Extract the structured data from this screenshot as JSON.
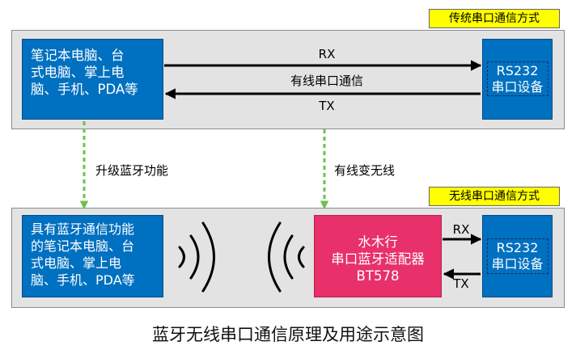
{
  "traditional": {
    "tag": "传统串口通信方式",
    "device_lines": [
      "笔记本电脑、台",
      "式电脑、掌上电",
      "脑、手机、PDA等"
    ],
    "rs232_lines": [
      "RS232",
      "串口设备"
    ],
    "rx_label": "RX",
    "wired_label": "有线串口通信",
    "tx_label": "TX"
  },
  "transitions": {
    "upgrade_label": "升级蓝牙功能",
    "wired_to_wireless_label": "有线变无线"
  },
  "wireless": {
    "tag": "无线串口通信方式",
    "device_lines": [
      "具有蓝牙通信功能",
      "的笔记本电脑、台",
      "式电脑、掌上电",
      "脑、手机、PDA等"
    ],
    "adapter_lines": [
      "水木行",
      "串口蓝牙适配器",
      "BT578"
    ],
    "rs232_lines": [
      "RS232",
      "串口设备"
    ],
    "rx_label": "RX",
    "tx_label": "TX"
  },
  "caption": "蓝牙无线串口通信原理及用途示意图",
  "colors": {
    "panel_bg": "#e3e3e3",
    "tag_bg": "#ffff00",
    "device_blue": "#0070c0",
    "adapter_pink": "#e8306a",
    "connector_green": "#6cc24a"
  }
}
